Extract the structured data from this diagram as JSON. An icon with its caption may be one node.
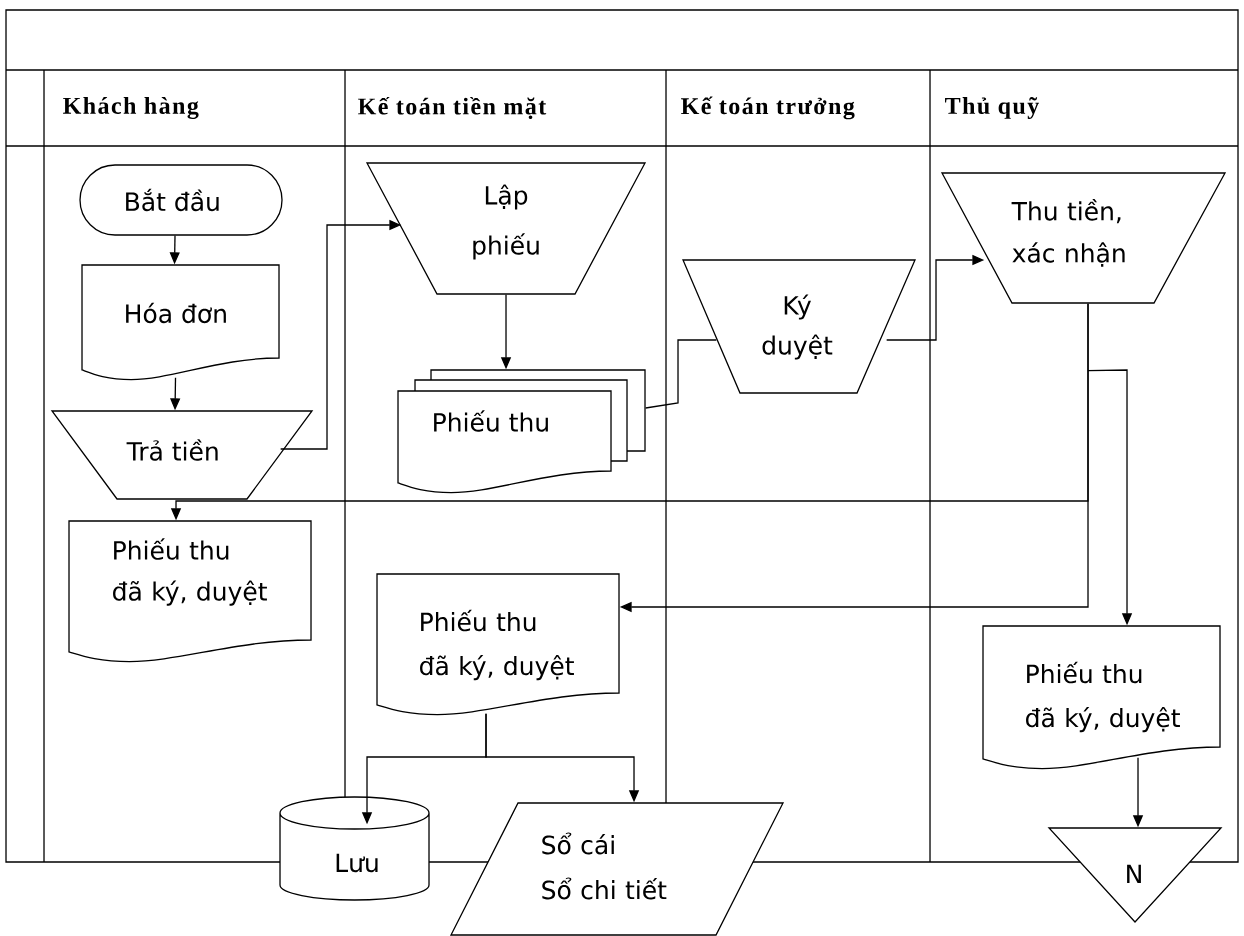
{
  "diagram": {
    "nodes": [
      {
        "text": [
          "Bắt đầu"
        ]
      },
      {
        "text": [
          "Hóa đơn"
        ]
      },
      {
        "text": [
          "Trả tiền"
        ]
      },
      {
        "text": [
          "Phiếu thu đã ký, duyệt"
        ]
      },
      {
        "text": [
          "Lập phiếu"
        ]
      },
      {
        "text": [
          "Phiếu thu"
        ]
      },
      {
        "text": [
          "Ký duyệt"
        ]
      },
      {
        "text": [
          "Thu tiền, xác nhận"
        ]
      },
      {
        "text": [
          "Phiếu thu đã ký, duyệt"
        ]
      },
      {
        "text": [
          "Phiếu thu đã ký, duyệt"
        ]
      },
      {
        "text": [
          "Lưu"
        ]
      },
      {
        "text": [
          "Sổ cái Sổ chi tiết"
        ]
      },
      {
        "text": [
          "N"
        ]
      }
    ],
    "edges": [
      {
        "from": 0,
        "to": 1,
        "arrow": "to"
      },
      {
        "from": 1,
        "to": 2,
        "arrow": "to"
      },
      {
        "from": 2,
        "to": 4,
        "arrow": "to"
      },
      {
        "from": 4,
        "to": 5,
        "arrow": "to"
      },
      {
        "from": 5,
        "to": 6,
        "arrow": "none"
      },
      {
        "from": 6,
        "to": 7,
        "arrow": "to"
      },
      {
        "from": 7,
        "to": 3,
        "arrow": "to"
      },
      {
        "from": 7,
        "to": 8,
        "arrow": "to"
      },
      {
        "from": 7,
        "to": 9,
        "arrow": "to"
      },
      {
        "from": 9,
        "to": 12,
        "arrow": "to"
      },
      {
        "from": 8,
        "to": 10,
        "arrow": "to"
      },
      {
        "from": 8,
        "to": 11,
        "arrow": "to"
      }
    ],
    "labels": [
      "Khách hàng",
      "Kế toán tiền mặt",
      "Kế toán trưởng",
      "Thủ quỹ"
    ]
  }
}
